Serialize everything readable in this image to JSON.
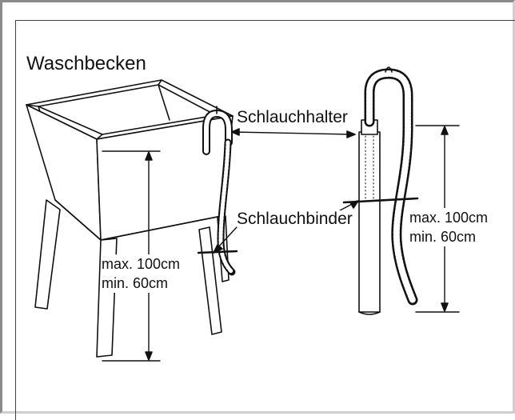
{
  "labels": {
    "sink": "Waschbecken",
    "hose_holder": "Schlauchhalter",
    "hose_clamp": "Schlauchbinder"
  },
  "measurements": {
    "left": {
      "max": "max. 100cm",
      "min": "min. 60cm"
    },
    "right": {
      "max": "max. 100cm",
      "min": "min. 60cm"
    }
  }
}
